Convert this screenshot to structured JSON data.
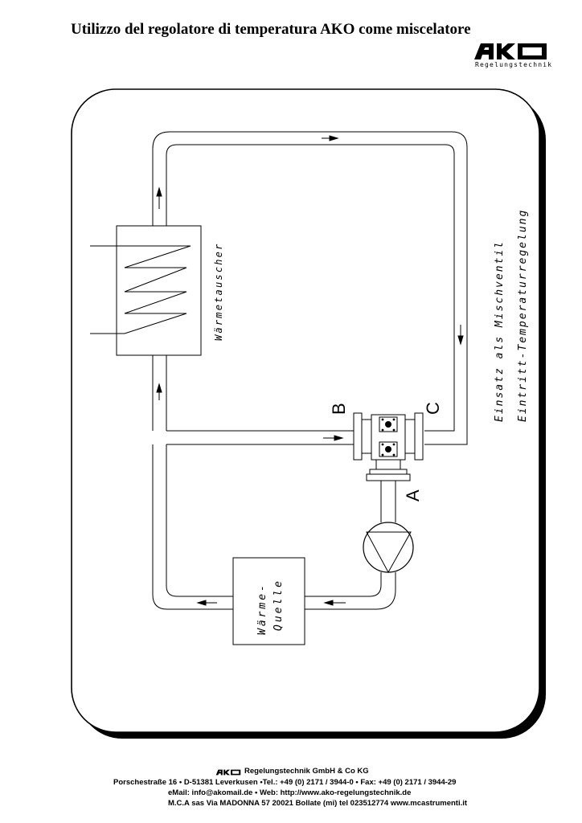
{
  "header": {
    "title": "Utilizzo del regolatore di temperatura AKO come miscelatore",
    "logo_text": "AKO",
    "logo_subtitle": "Regelungstechnik"
  },
  "diagram": {
    "heat_exchanger_label": "Wärmetauscher",
    "heat_source_label_line1": "Wärme-",
    "heat_source_label_line2": "Quelle",
    "port_a": "A",
    "port_b": "B",
    "port_c": "C",
    "caption_line1": "Einsatz als Mischventil",
    "caption_line2": "Eintritt-Temperaturregelung"
  },
  "footer": {
    "company": "Regelungstechnik GmbH & Co KG",
    "address": "Porschestraße 16 • D-51381 Leverkusen •Tel.: +49 (0) 2171 / 3944-0 • Fax: +49 (0) 2171 / 3944-29",
    "contact": "eMail: info@akomail.de • Web: http://www.ako-regelungstechnik.de",
    "distributor": "M.C.A sas Via MADONNA 57 20021 Bollate (mi) tel 023512774 www.mcastrumenti.it"
  },
  "colors": {
    "ink": "#000000",
    "paper": "#ffffff"
  }
}
